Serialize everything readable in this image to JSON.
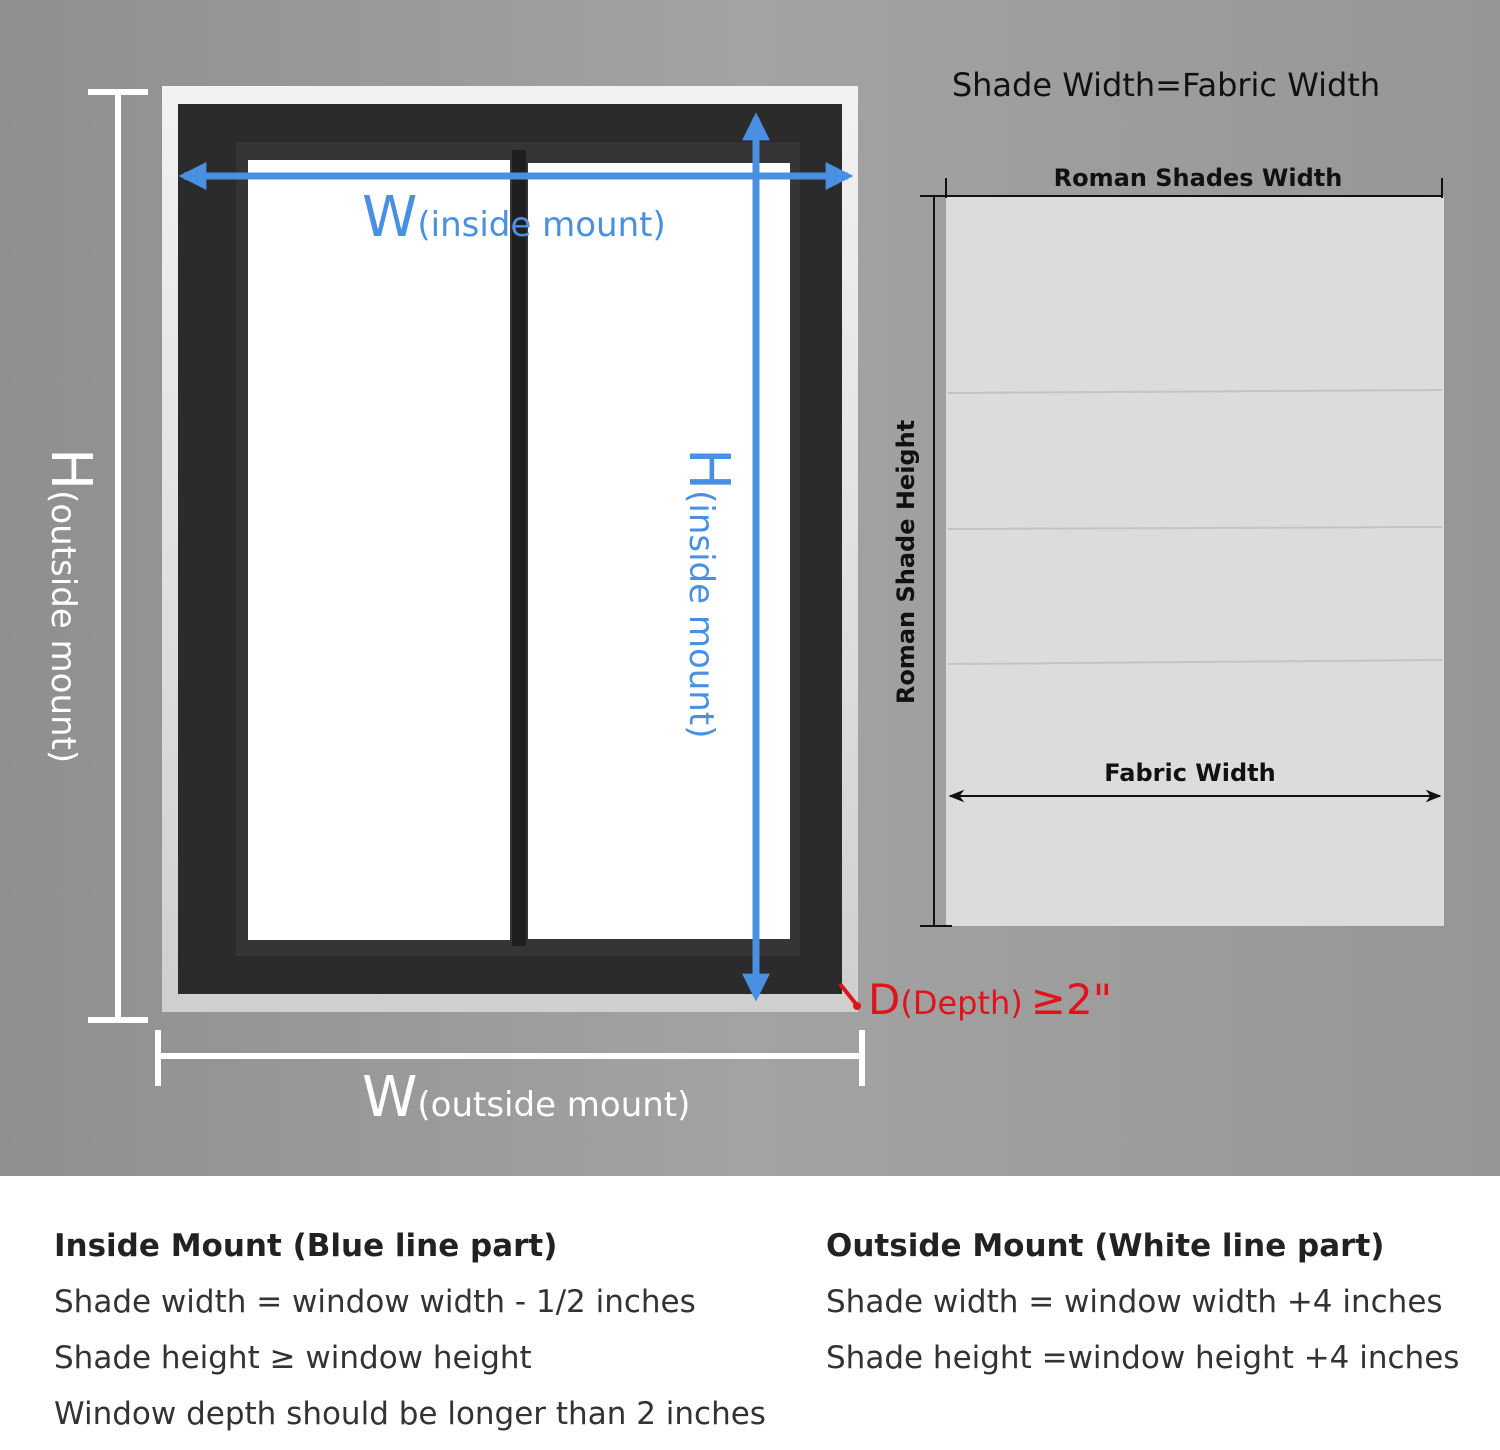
{
  "diagram": {
    "fabric_equation": "Shade Width=Fabric Width",
    "inside_width": {
      "big": "W",
      "small": "(inside mount)"
    },
    "inside_height": {
      "big": "H",
      "small": "(inside mount)"
    },
    "outside_height": {
      "big": "H",
      "small": "(outside mount)"
    },
    "outside_width": {
      "big": "W",
      "small": "(outside mount)"
    },
    "depth": {
      "big": "D",
      "small": "(Depth)",
      "value": "≥2\""
    },
    "shade": {
      "width_label": "Roman Shades Width",
      "height_label": "Roman Shade Height",
      "fabric_label": "Fabric Width"
    },
    "colors": {
      "blue_line": "#4a90e2",
      "white_line": "#ffffff",
      "depth_red": "#e0121a",
      "wall": "#9c9c9c",
      "frame": "#2b2b2b"
    }
  },
  "inside_mount": {
    "title": "Inside Mount (Blue line part)",
    "lines": [
      "Shade width = window width - 1/2 inches",
      "Shade height ≥ window height",
      "Window depth should be longer than 2 inches"
    ]
  },
  "outside_mount": {
    "title": "Outside Mount (White line part)",
    "lines": [
      "Shade width = window width +4 inches",
      "Shade height =window height +4 inches"
    ]
  }
}
